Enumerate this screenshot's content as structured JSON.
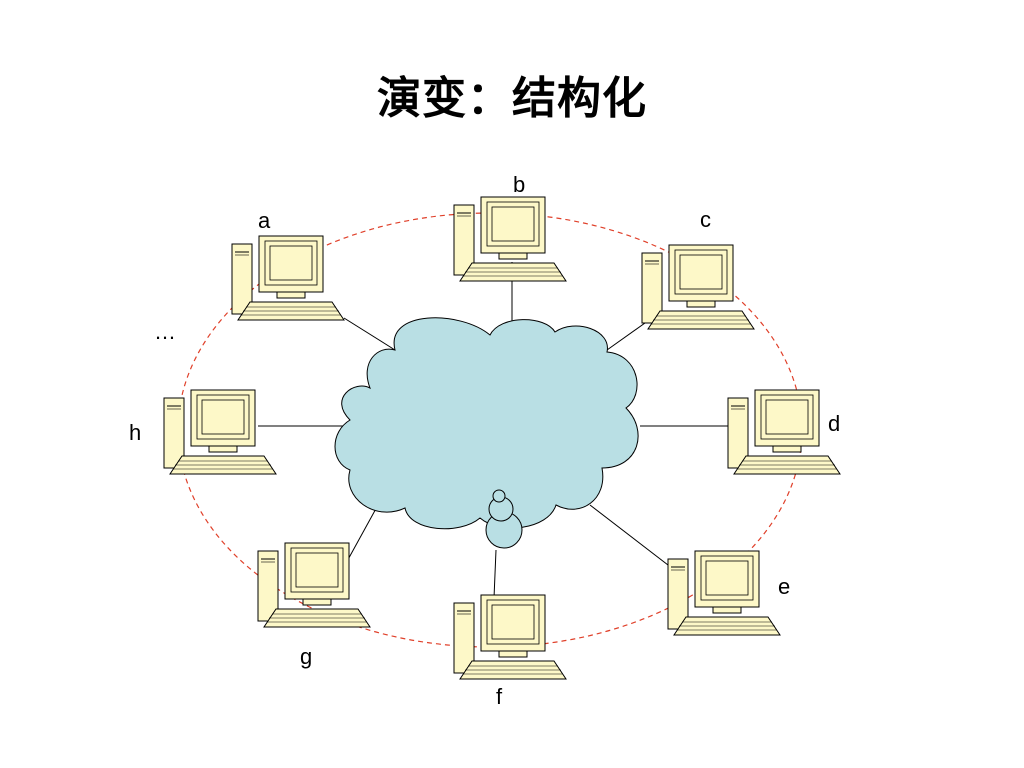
{
  "title": "演变：结构化",
  "nodes": [
    {
      "id": "a",
      "label": "a"
    },
    {
      "id": "b",
      "label": "b"
    },
    {
      "id": "c",
      "label": "c"
    },
    {
      "id": "d",
      "label": "d"
    },
    {
      "id": "e",
      "label": "e"
    },
    {
      "id": "f",
      "label": "f"
    },
    {
      "id": "g",
      "label": "g"
    },
    {
      "id": "h",
      "label": "h"
    }
  ],
  "ellipsis": "…",
  "colors": {
    "cloud_fill": "#b9dfe4",
    "computer_fill": "#fdf8c8",
    "ring_stroke": "#e0402a",
    "link_stroke": "#000000"
  },
  "icons": {
    "node": "computer-icon",
    "network": "cloud-icon"
  }
}
